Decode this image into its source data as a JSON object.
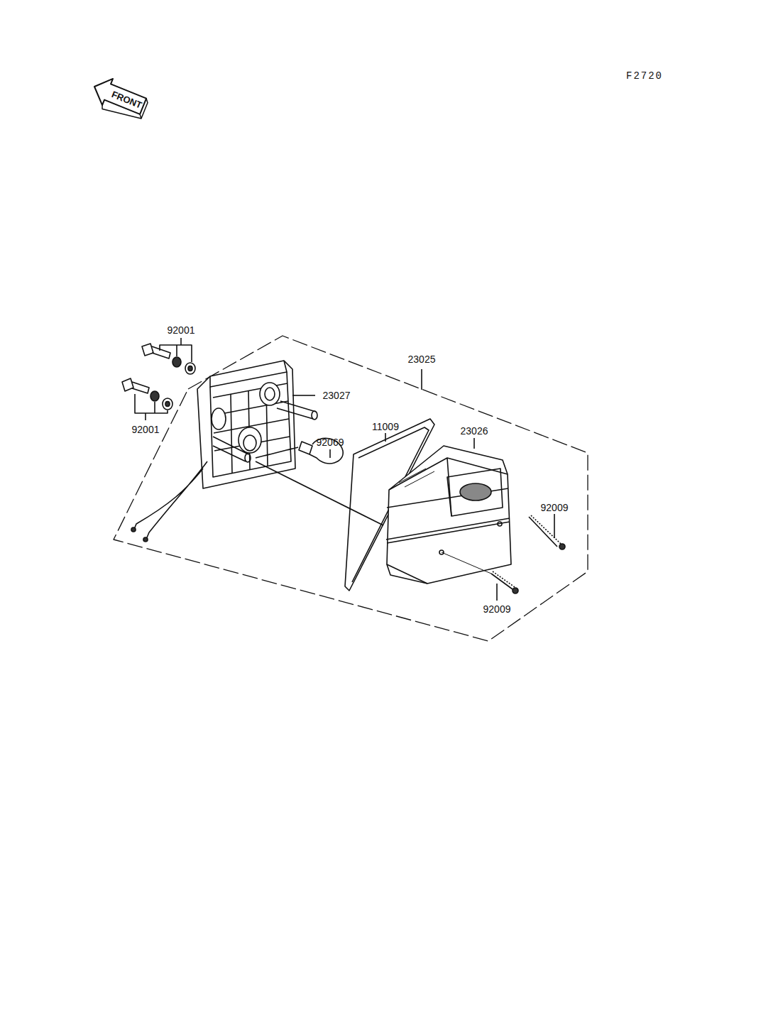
{
  "diagram": {
    "labels": [
      "F2720",
      "FRONT",
      "92001",
      "23025",
      "23027",
      "11009",
      "23026",
      "92069",
      "92001",
      "92009",
      "92009"
    ]
  }
}
